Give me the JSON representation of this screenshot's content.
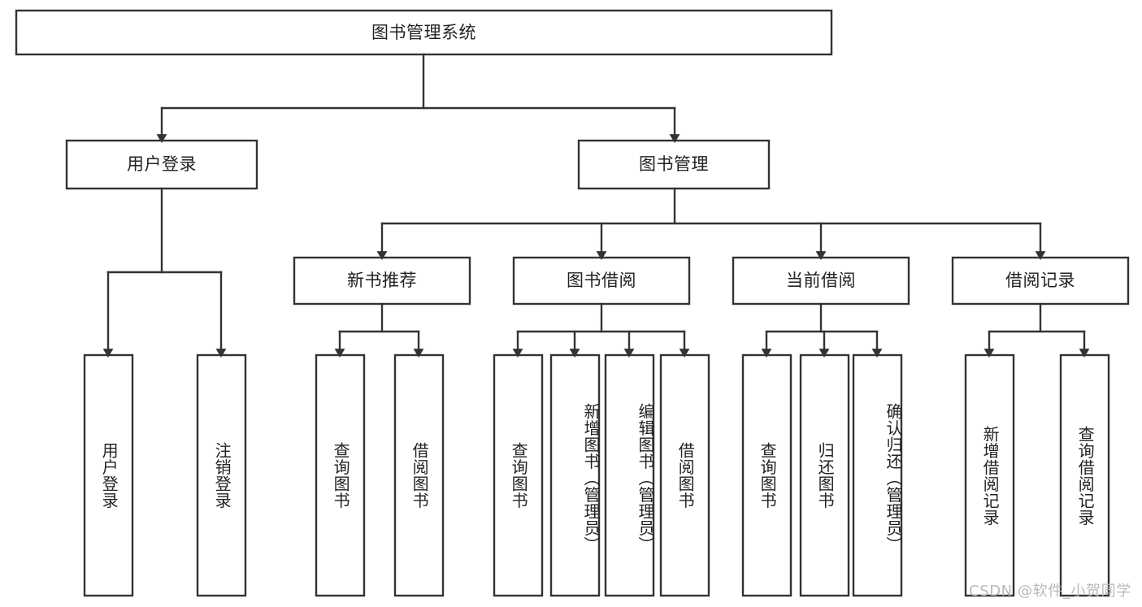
{
  "diagram": {
    "type": "tree",
    "title": "图书管理系统",
    "orientation": "top-down",
    "colors": {
      "stroke": "#333333",
      "box_fill": "#ffffff",
      "text": "#222222",
      "watermark": "#b9b9b9",
      "background": "#ffffff"
    },
    "watermark": "CSDN @软件_小贺同学",
    "nodes": {
      "root": {
        "label": "图书管理系统",
        "level": 0
      },
      "level1": [
        {
          "id": "user-login",
          "label": "用户登录"
        },
        {
          "id": "book-manage",
          "label": "图书管理"
        }
      ],
      "level2": [
        {
          "id": "new-book-recommend",
          "label": "新书推荐",
          "parent": "book-manage"
        },
        {
          "id": "book-borrow",
          "label": "图书借阅",
          "parent": "book-manage"
        },
        {
          "id": "current-borrow",
          "label": "当前借阅",
          "parent": "book-manage"
        },
        {
          "id": "borrow-record",
          "label": "借阅记录",
          "parent": "book-manage"
        }
      ],
      "leaves": {
        "user-login": [
          {
            "id": "leaf-user-login",
            "label": "用户登录"
          },
          {
            "id": "leaf-user-logout",
            "label": "注销登录"
          }
        ],
        "new-book-recommend": [
          {
            "id": "leaf-query-book-1",
            "label": "查询图书"
          },
          {
            "id": "leaf-borrow-book-1",
            "label": "借阅图书"
          }
        ],
        "book-borrow": [
          {
            "id": "leaf-query-book-2",
            "label": "查询图书"
          },
          {
            "id": "leaf-add-book",
            "label": "新增图书（管理员）"
          },
          {
            "id": "leaf-edit-book",
            "label": "编辑图书（管理员）"
          },
          {
            "id": "leaf-borrow-book-2",
            "label": "借阅图书"
          }
        ],
        "current-borrow": [
          {
            "id": "leaf-query-book-3",
            "label": "查询图书"
          },
          {
            "id": "leaf-return-book",
            "label": "归还图书"
          },
          {
            "id": "leaf-confirm-return",
            "label": "确认归还（管理员）"
          }
        ],
        "borrow-record": [
          {
            "id": "leaf-add-record",
            "label": "新增借阅记录"
          },
          {
            "id": "leaf-query-record",
            "label": "查询借阅记录"
          }
        ]
      }
    }
  }
}
